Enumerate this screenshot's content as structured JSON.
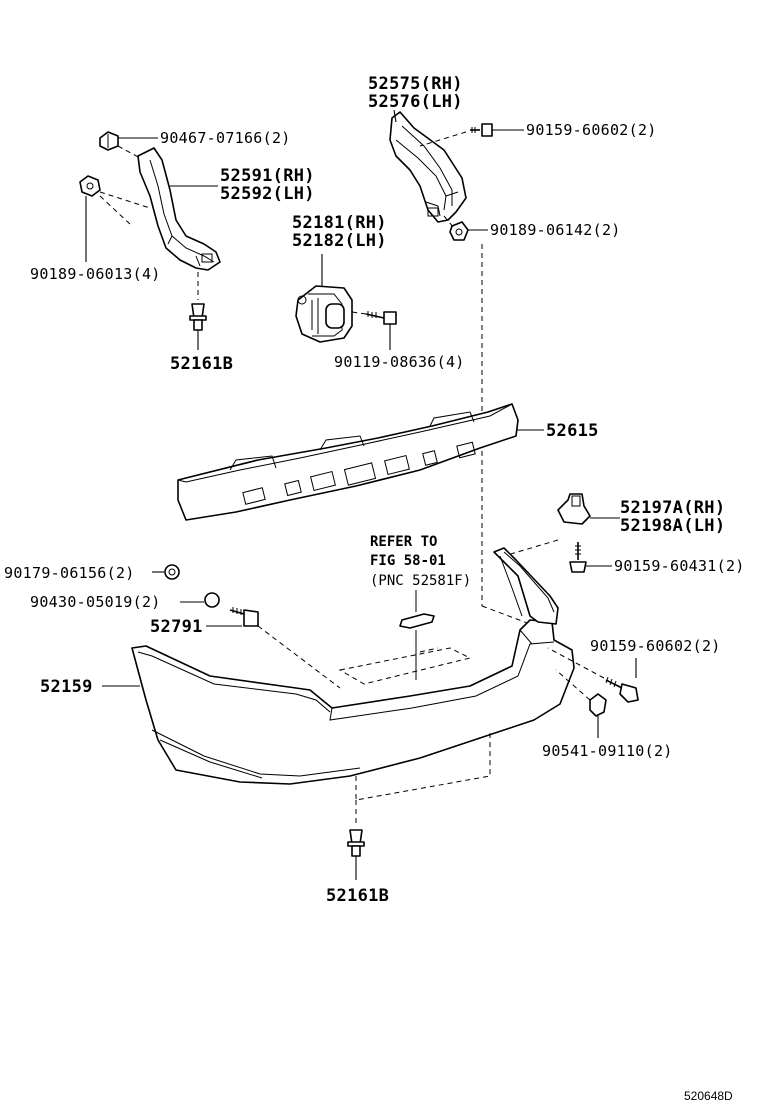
{
  "diagram": {
    "labels": {
      "p52575": "52575(RH)",
      "p52576": "52576(LH)",
      "p90467": "90467-07166(2)",
      "p90159a": "90159-60602(2)",
      "p52591": "52591(RH)",
      "p52592": "52592(LH)",
      "p52181": "52181(RH)",
      "p52182": "52182(LH)",
      "p90189b": "90189-06142(2)",
      "p90189a": "90189-06013(4)",
      "p52161a": "52161B",
      "p90119": "90119-08636(4)",
      "p52615": "52615",
      "p52197": "52197A(RH)",
      "p52198": "52198A(LH)",
      "p90159b": "90159-60431(2)",
      "p90179": "90179-06156(2)",
      "p90430": "90430-05019(2)",
      "p52791": "52791",
      "p90159c": "90159-60602(2)",
      "p52159": "52159",
      "p90541": "90541-09110(2)",
      "p52161b": "52161B",
      "ref1": "REFER TO",
      "ref2": "FIG 58-01",
      "ref3": "(PNC 52581F)"
    },
    "figure_code": "520648D"
  }
}
